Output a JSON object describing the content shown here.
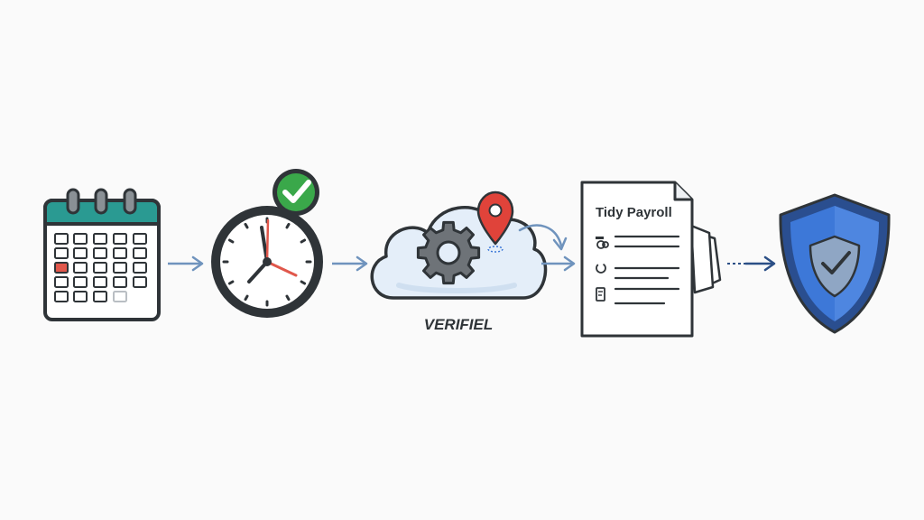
{
  "steps": [
    {
      "id": "calendar",
      "icon": "calendar-icon"
    },
    {
      "id": "timer",
      "icon": "stopwatch-icon",
      "badge_icon": "check-icon"
    },
    {
      "id": "cloud",
      "icon": "cloud-gear-icon",
      "pin_icon": "map-pin-icon",
      "label": "VERIFIEL"
    },
    {
      "id": "payroll",
      "icon": "document-icon",
      "title": "Tidy Payroll"
    },
    {
      "id": "shield",
      "icon": "shield-check-icon"
    }
  ],
  "colors": {
    "background": "#fafafa",
    "outline": "#2f3438",
    "calendar_header": "#2a9a92",
    "calendar_marked": "#e0574b",
    "check_green": "#3aa84a",
    "clock_hand": "#e0574b",
    "gear": "#6e7378",
    "pin": "#e0433a",
    "arrow_light": "#6f93bd",
    "arrow_dark": "#2b4f86",
    "shield_blue": "#3d78d8",
    "shield_dark": "#2a4e8f"
  }
}
